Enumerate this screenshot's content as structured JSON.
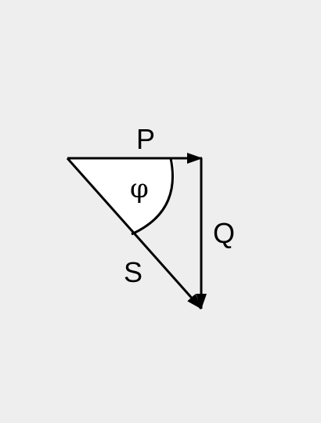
{
  "diagram": {
    "labels": {
      "p": "P",
      "q": "Q",
      "s": "S",
      "angle": "φ"
    },
    "colors": {
      "background": "#eeeeee",
      "stroke": "#000000",
      "sector_fill": "#ffffff"
    }
  }
}
